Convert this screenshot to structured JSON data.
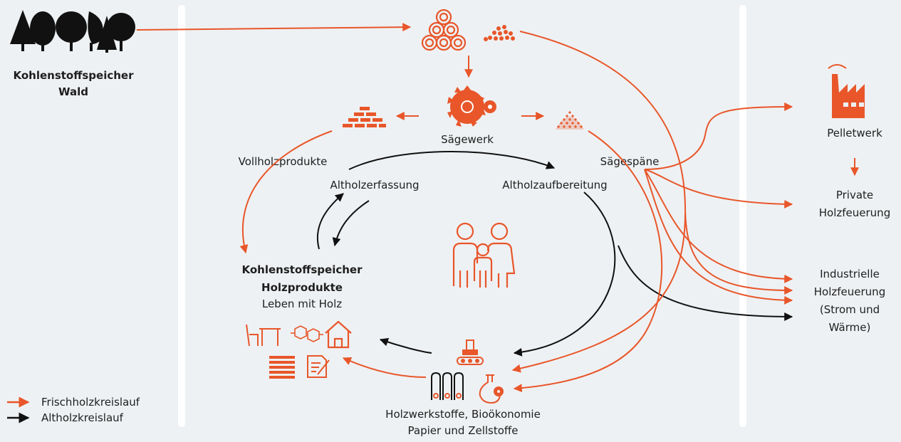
{
  "colors": {
    "fresh_wood": "#e8562a",
    "old_wood": "#111111",
    "background": "#eef1f3",
    "panel_divider": "#ffffff"
  },
  "forest": {
    "title_line1": "Kohlenstoffspeicher",
    "title_line2": "Wald",
    "icon": "forest-icon"
  },
  "nodes": {
    "sawmill": "Sägewerk",
    "solid_wood_products": "Vollholzprodukte",
    "sawdust": "Sägespäne",
    "old_wood_collection": "Altholzerfassung",
    "old_wood_processing": "Altholzaufbereitung",
    "products_store_line1": "Kohlenstoffspeicher",
    "products_store_line2": "Holzprodukte",
    "products_store_line3": "Leben mit Holz",
    "wood_materials_line1": "Holzwerkstoffe, Bioökonomie",
    "wood_materials_line2": "Papier und Zellstoffe"
  },
  "energy": {
    "pellet_plant": "Pelletwerk",
    "private_line1": "Private",
    "private_line2": "Holzfeuerung",
    "industrial_line1": "Industrielle",
    "industrial_line2": "Holzfeuerung",
    "industrial_line3": "(Strom und",
    "industrial_line4": "Wärme)"
  },
  "legend": {
    "fresh": "Frischholzkreislauf",
    "old": "Altholzkreislauf"
  },
  "icons": [
    "logs-icon",
    "wood-chips-icon",
    "saw-blade-icon",
    "bricks-icon",
    "sawdust-pile-icon",
    "family-icon",
    "factory-icon",
    "furniture-icon",
    "molecule-icon",
    "house-icon",
    "pallet-icon",
    "document-icon",
    "press-machine-icon",
    "paper-rolls-icon",
    "flask-gear-icon"
  ]
}
